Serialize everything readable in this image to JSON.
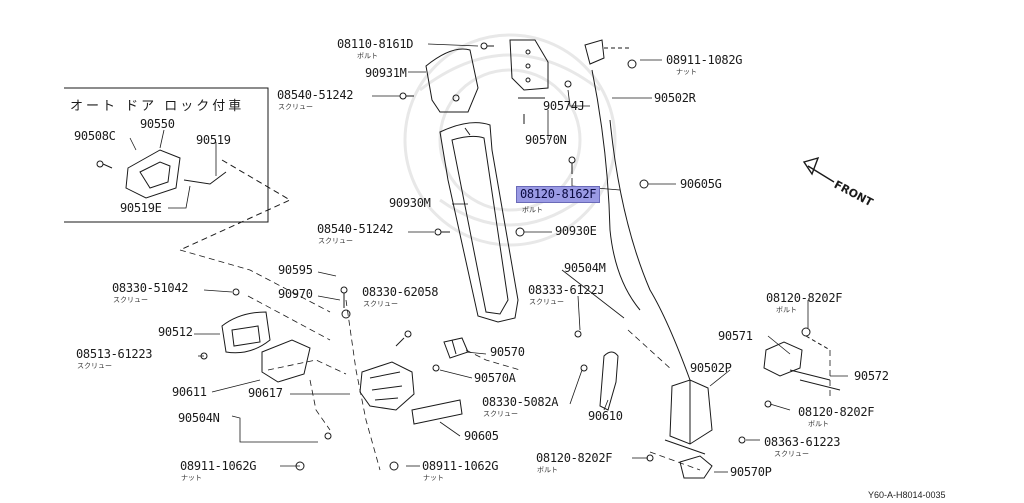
{
  "inset": {
    "title": "オート ドア ロック付車"
  },
  "front_label": "FRONT",
  "ref_code": "Y60-A-H8014-0035",
  "callouts": {
    "c08110_8161D": "08110-8161D",
    "s08110_8161D": "ボルト",
    "c90931M": "90931M",
    "c08540_51242_a": "08540-51242",
    "s08540_51242_a": "スクリュー",
    "c90930M": "90930M",
    "c08540_51242_b": "08540-51242",
    "s08540_51242_b": "スクリュー",
    "c90930E": "90930E",
    "c90574J": "90574J",
    "c90570N": "90570N",
    "c08120_8162F": "08120-8162F",
    "s08120_8162F": "ボルト",
    "c08911_1082G_a": "08911-1082G",
    "s08911_1082G_a": "ナット",
    "c90502R": "90502R",
    "c90605G": "90605G",
    "c90508C": "90508C",
    "c90550": "90550",
    "c90519": "90519",
    "c90519E": "90519E",
    "c90595": "90595",
    "c90970": "90970",
    "c08330_51042": "08330-51042",
    "s08330_51042": "スクリュー",
    "c08330_62058": "08330-62058",
    "s08330_62058": "スクリュー",
    "c90512": "90512",
    "c08513_61223": "08513-61223",
    "s08513_61223": "スクリュー",
    "c90611": "90611",
    "c90617": "90617",
    "c90504N": "90504N",
    "c90570": "90570",
    "c90570A": "90570A",
    "c08330_5082A": "08330-5082A",
    "s08330_5082A": "スクリュー",
    "c90605": "90605",
    "c90610": "90610",
    "c90504M": "90504M",
    "c08333_6122J": "08333-6122J",
    "s08333_6122J": "スクリュー",
    "c08911_1062G_a": "08911-1062G",
    "s08911_1062G_a": "ナット",
    "c08911_1062G_b": "08911-1062G",
    "s08911_1062G_b": "ナット",
    "c08120_8202F_a": "08120-8202F",
    "s08120_8202F_a": "ボルト",
    "c90571": "90571",
    "c90572": "90572",
    "c90502P": "90502P",
    "c08120_8202F_b": "08120-8202F",
    "s08120_8202F_b": "ボルト",
    "c08363_61223": "08363-61223",
    "s08363_61223": "スクリュー",
    "c08120_8202F_c": "08120-8202F",
    "s08120_8202F_c": "ボルト",
    "c90570P": "90570P"
  }
}
